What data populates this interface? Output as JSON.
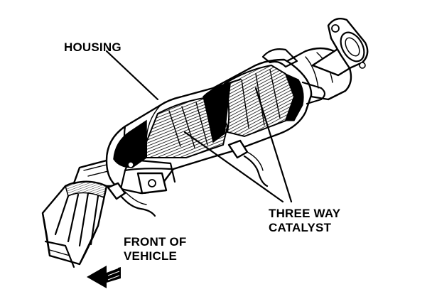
{
  "labels": {
    "housing": "HOUSING",
    "catalyst_line1": "THREE WAY",
    "catalyst_line2": "CATALYST",
    "front_line1": "FRONT OF",
    "front_line2": "VEHICLE"
  },
  "colors": {
    "ink": "#000000",
    "paper": "#ffffff"
  },
  "icons": {
    "direction_arrow": "front-arrow-icon"
  }
}
